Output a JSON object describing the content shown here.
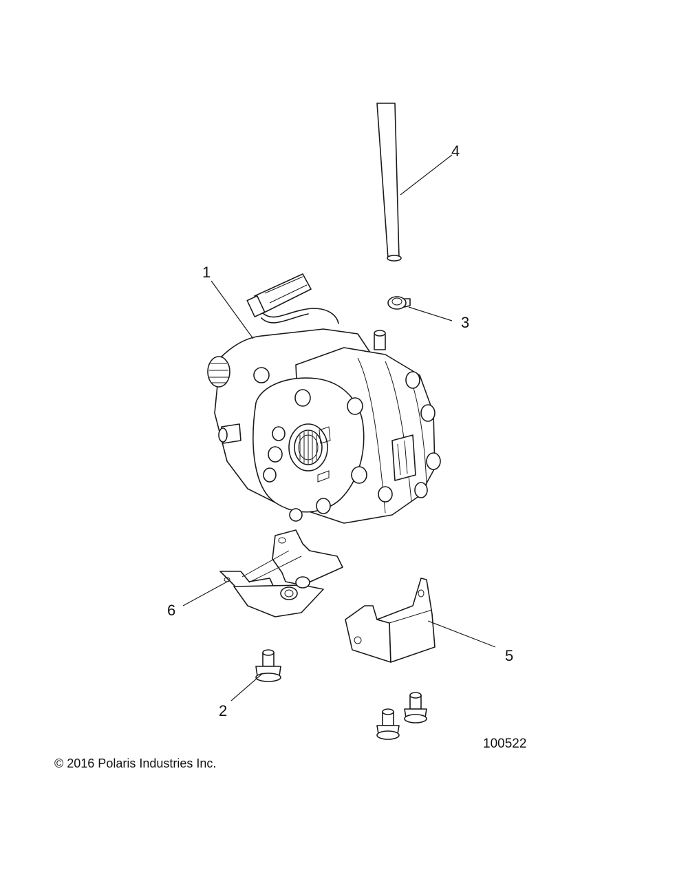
{
  "callouts": [
    {
      "number": "1",
      "part": "gearcase-assembly"
    },
    {
      "number": "2",
      "part": "mounting-bolt"
    },
    {
      "number": "3",
      "part": "hose-clamp"
    },
    {
      "number": "4",
      "part": "vent-hose"
    },
    {
      "number": "5",
      "part": "rear-mounting-bracket"
    },
    {
      "number": "6",
      "part": "front-mounting-bracket"
    }
  ],
  "figure_number": "100522",
  "copyright": "© 2016 Polaris Industries Inc."
}
